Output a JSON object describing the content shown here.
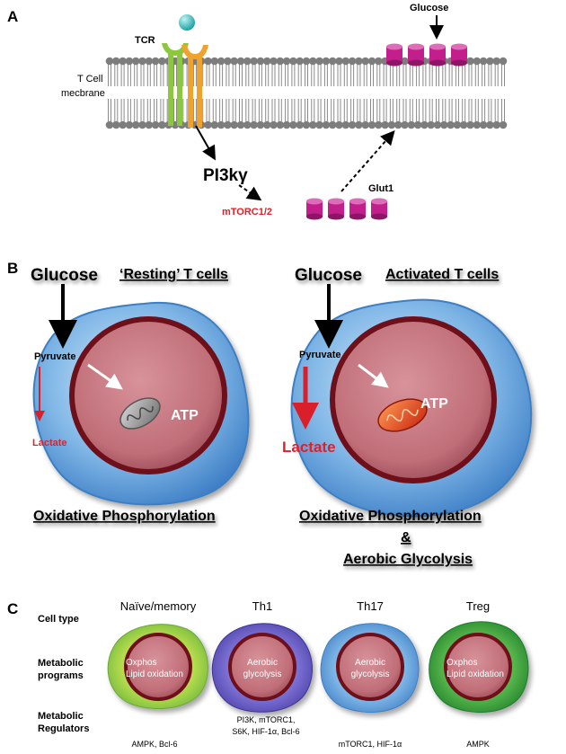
{
  "panel_a": {
    "letter": "A",
    "tcr_label": "TCR",
    "membrane_label_line1": "T Cell",
    "membrane_label_line2": "mecbrane",
    "glucose_label": "Glucose",
    "pi3k_label": "PI3kγ",
    "mtorc_label": "mTORC1/2",
    "glut1_label": "Glut1",
    "colors": {
      "mtorc": "#e0202a",
      "transporter": "#c21f8d",
      "ligand": "#2bb5b8",
      "tcr_green": "#8dc63f",
      "tcr_orange": "#f0a22e"
    }
  },
  "panel_b": {
    "letter": "B",
    "resting": {
      "glucose": "Glucose",
      "title": "‘Resting’ T cells",
      "pyruvate": "Pyruvate",
      "lactate": "Lactate",
      "atp": "ATP",
      "caption": "Oxidative Phosphorylation"
    },
    "activated": {
      "glucose": "Glucose",
      "title": "Activated T cells",
      "pyruvate": "Pyruvate",
      "lactate": "Lactate",
      "atp": "ATP",
      "caption_line1": "Oxidative Phosphorylation",
      "caption_line2": "&",
      "caption_line3": "Aerobic Glycolysis"
    },
    "colors": {
      "lactate": "#e0202a",
      "cytoplasm": "#6fa8dc",
      "nucleus": "#c9737d",
      "nucleus_rim": "#6e0f1a"
    }
  },
  "panel_c": {
    "letter": "C",
    "row_labels": {
      "cell_type": "Cell type",
      "programs_line1": "Metabolic",
      "programs_line2": "programs",
      "regulators_line1": "Metabolic",
      "regulators_line2": "Regulators"
    },
    "cells": [
      {
        "name": "Naïve/memory",
        "program_line1": "Oxphos",
        "program_line2": "Lipid oxidation",
        "regulators_line1": "AMPK, Bcl-6",
        "regulators_line2": "",
        "color": "#9acd32"
      },
      {
        "name": "Th1",
        "program_line1": "Aerobic",
        "program_line2": "glycolysis",
        "regulators_line1": "PI3K, mTORC1,",
        "regulators_line2": "S6K, HIF-1α, Bcl-6",
        "color": "#6a5acd"
      },
      {
        "name": "Th17",
        "program_line1": "Aerobic",
        "program_line2": "glycolysis",
        "regulators_line1": "mTORC1, HIF-1α",
        "regulators_line2": "",
        "color": "#5aa0e0"
      },
      {
        "name": "Treg",
        "program_line1": "Oxphos",
        "program_line2": "Lipid oxidation",
        "regulators_line1": "AMPK",
        "regulators_line2": "",
        "color": "#2e9e3e"
      }
    ]
  }
}
